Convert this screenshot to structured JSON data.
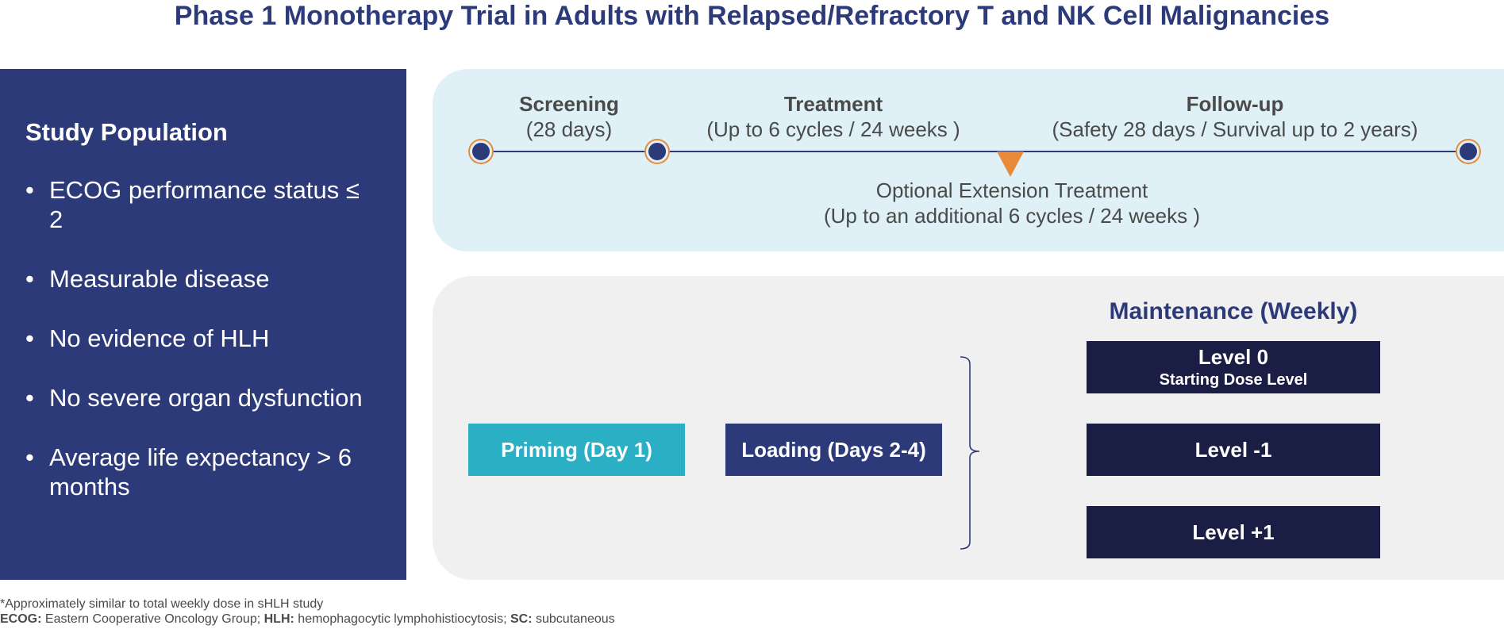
{
  "title": "Phase 1 Monotherapy Trial in Adults with Relapsed/Refractory T and NK Cell Malignancies",
  "study_population": {
    "heading": "Study Population",
    "bullet_glyph": "•",
    "items": [
      "ECOG performance status ≤ 2",
      "Measurable disease",
      "No evidence of HLH",
      "No severe organ dysfunction",
      "Average life expectancy > 6 months"
    ]
  },
  "timeline": {
    "phases": [
      {
        "name": "Screening",
        "detail": "(28 days)"
      },
      {
        "name": "Treatment",
        "detail": "(Up to 6 cycles / 24 weeks )"
      },
      {
        "name": "Follow-up",
        "detail": "(Safety 28 days / Survival up to 2 years)"
      }
    ],
    "extension": {
      "line1": "Optional Extension Treatment",
      "line2": "(Up to an additional 6 cycles / 24 weeks )"
    }
  },
  "dosing": {
    "priming": "Priming (Day 1)",
    "loading": "Loading (Days 2-4)",
    "maintenance_title": "Maintenance (Weekly)",
    "levels": [
      {
        "label": "Level 0",
        "sub": "Starting Dose Level"
      },
      {
        "label": "Level -1",
        "sub": ""
      },
      {
        "label": "Level +1",
        "sub": ""
      }
    ]
  },
  "footnotes": {
    "line1": "*Approximately similar to total weekly dose in sHLH study",
    "abbrev": [
      {
        "term": "ECOG:",
        "def": "Eastern Cooperative Oncology Group;"
      },
      {
        "term": "HLH:",
        "def": "hemophagocytic lymphohistiocytosis;"
      },
      {
        "term": "SC:",
        "def": "subcutaneous"
      }
    ]
  },
  "colors": {
    "navy": "#2d3a7a",
    "dark_navy": "#1b1e44",
    "teal": "#2aafc4",
    "orange": "#e88a37",
    "light_blue": "#dff0f7",
    "light_gray": "#f0f0f0"
  }
}
